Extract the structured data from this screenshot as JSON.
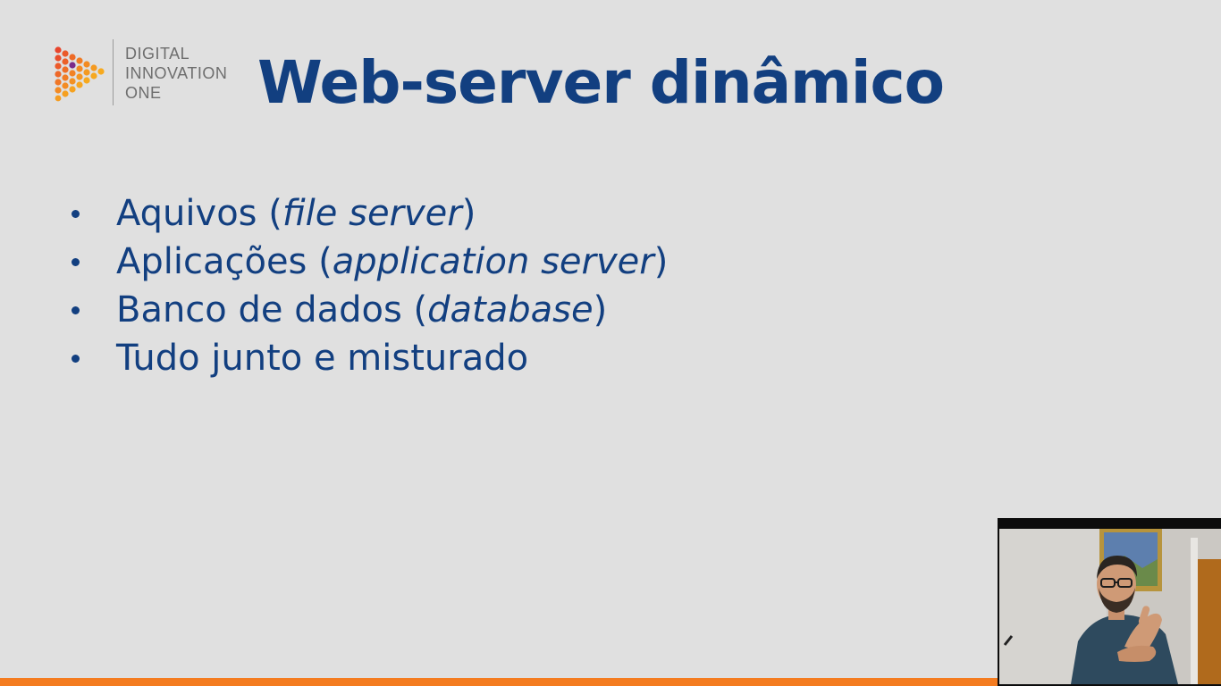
{
  "logo": {
    "lines": [
      "DIGITAL",
      "INNOVATION",
      "ONE"
    ],
    "icon": "triangle-dots-logo"
  },
  "slide": {
    "title": "Web-server dinâmico",
    "bullets": [
      {
        "text": "Aquivos (",
        "italic": "file server",
        "suffix": ")"
      },
      {
        "text": "Aplicações (",
        "italic": "application server",
        "suffix": ")"
      },
      {
        "text": "Banco de dados (",
        "italic": "database",
        "suffix": ")"
      },
      {
        "text": "Tudo junto e misturado",
        "italic": "",
        "suffix": ""
      }
    ]
  },
  "colors": {
    "title": "#123f80",
    "background": "#e0e0e0",
    "accent_bar": "#f47c20"
  },
  "webcam": {
    "icon": "presenter-video"
  }
}
